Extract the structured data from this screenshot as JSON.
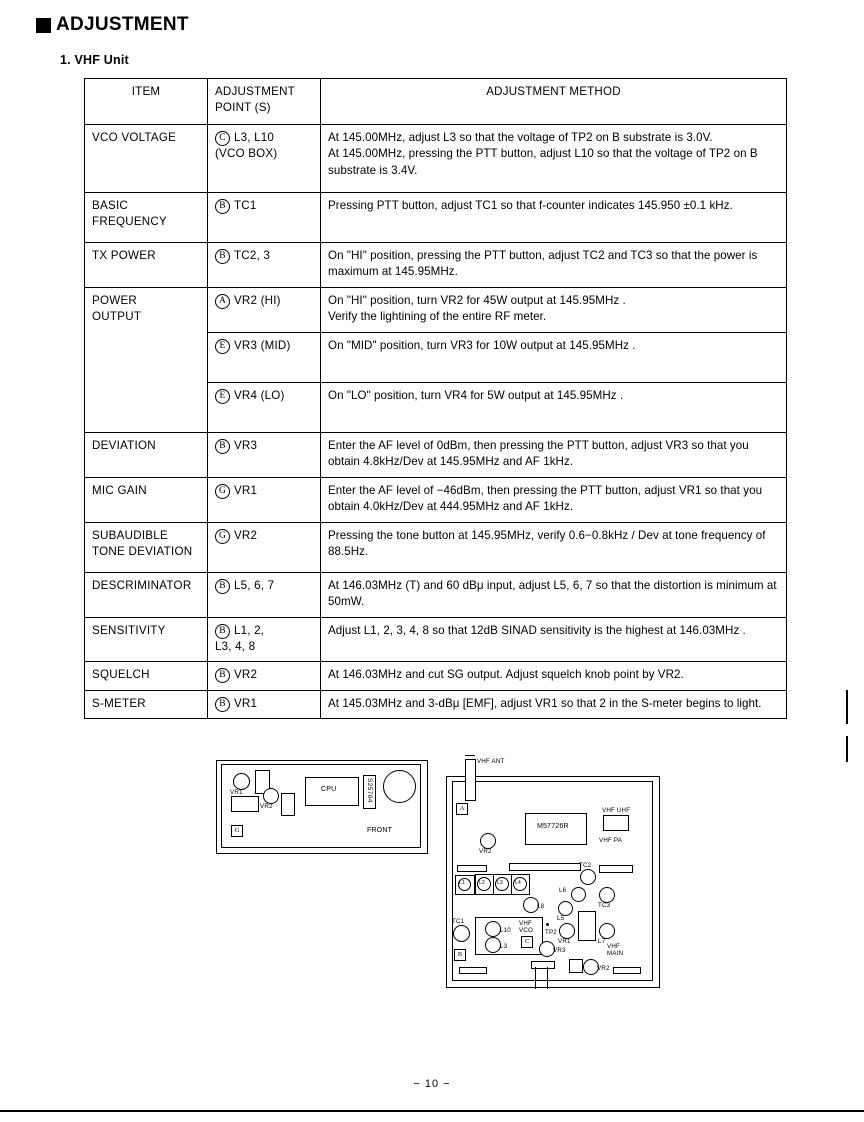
{
  "heading": {
    "bullet": "filled-square",
    "title": "ADJUSTMENT",
    "subsection": "1. VHF Unit"
  },
  "table": {
    "headers": {
      "item": "ITEM",
      "point_line1": "ADJUSTMENT",
      "point_line2": "POINT (S)",
      "method": "ADJUSTMENT METHOD"
    },
    "rows": [
      {
        "item": "VCO VOLTAGE",
        "mark": "C",
        "point": "L3, L10\n(VCO BOX)",
        "method": "At 145.00MHz, adjust L3 so that the voltage of TP2 on B substrate is 3.0V.\nAt 145.00MHz, pressing the PTT button, adjust L10 so that the voltage of TP2 on B substrate is 3.4V."
      },
      {
        "item": "BASIC\nFREQUENCY",
        "mark": "B",
        "point": "TC1",
        "method": "Pressing PTT button, adjust TC1 so that f-counter indicates 145.950 ±0.1 kHz."
      },
      {
        "item": "TX POWER",
        "mark": "B",
        "point": "TC2, 3",
        "method": "On \"HI\" position, pressing the PTT button, adjust TC2 and TC3 so that the power is maximum at 145.95MHz."
      },
      {
        "item": "POWER\nOUTPUT",
        "mark": "A",
        "point": "VR2 (HI)",
        "method": "On \"HI\" position, turn VR2 for 45W output at 145.95MHz .\nVerify the lightining of the entire RF meter."
      },
      {
        "item": "",
        "mark": "E",
        "point": "VR3 (MID)",
        "method": "On \"MID\" position, turn VR3 for 10W output at 145.95MHz ."
      },
      {
        "item": "",
        "mark": "E",
        "point": "VR4 (LO)",
        "method": "On \"LO\" position, turn VR4 for 5W output at 145.95MHz ."
      },
      {
        "item": "DEVIATION",
        "mark": "B",
        "point": "VR3",
        "method": "Enter the AF level of 0dBm, then pressing the PTT button, adjust VR3 so that you obtain 4.8kHz/Dev at 145.95MHz and AF 1kHz."
      },
      {
        "item": "MIC GAIN",
        "mark": "G",
        "point": "VR1",
        "method": "Enter the AF level of −46dBm, then pressing the PTT button, adjust VR1 so that you obtain 4.0kHz/Dev at 444.95MHz and AF 1kHz."
      },
      {
        "item": "SUBAUDIBLE\nTONE DEVIATION",
        "mark": "G",
        "point": "VR2",
        "method": "Pressing the tone button at 145.95MHz, verify 0.6−0.8kHz / Dev at tone frequency of 88.5Hz."
      },
      {
        "item": "DESCRIMINATOR",
        "mark": "B",
        "point": "L5, 6, 7",
        "method": "At 146.03MHz (T) and 60 dBμ input, adjust L5, 6, 7 so that the distortion is minimum at 50mW."
      },
      {
        "item": "SENSITIVITY",
        "mark": "B",
        "point": "L1, 2,\n   L3, 4, 8",
        "method": "Adjust L1, 2, 3, 4, 8 so that 12dB SINAD sensitivity is the highest at 146.03MHz ."
      },
      {
        "item": "SQUELCH",
        "mark": "B",
        "point": "VR2",
        "method": "At 146.03MHz  and cut SG output. Adjust squelch  knob point by VR2."
      },
      {
        "item": "S-METER",
        "mark": "B",
        "point": "VR1",
        "method": "At 145.03MHz        and 3-dBμ [EMF], adjust VR1 so that 2 in the S-meter begins to light."
      }
    ]
  },
  "diagram_left": {
    "name": "front-panel-board",
    "labels": {
      "vr1": "VR1",
      "vr2": "VR2",
      "cpu": "CPU",
      "ic_vertical": "S25704",
      "front": "FRONT",
      "point_g": "G"
    }
  },
  "diagram_right": {
    "name": "vhf-main-board",
    "labels": {
      "vhf_ant": "VHF ANT",
      "point_a": "A",
      "module": "M57726R",
      "vhf_uhf": "VHF UHF",
      "vhf_pa": "VHF PA",
      "vr2_top": "VR2",
      "tc2": "TC2",
      "tc3": "TC3",
      "l1": "L1",
      "l2": "L2",
      "l3_top": "L3",
      "l4": "L4",
      "l8": "L8",
      "l6": "L6",
      "l5": "L5",
      "l7": "L7",
      "tc1": "TC1",
      "l10": "L10",
      "l3_vco": "L3",
      "vhf_vco": "VHF\nVCO",
      "point_c": "C",
      "tp2": "TP2",
      "vr1": "VR1",
      "vr3": "VR3",
      "vr2_bottom": "VR2",
      "point_b": "B",
      "vhf_main": "VHF\nMAIN"
    }
  },
  "footer": {
    "page_number": "− 10 −"
  }
}
